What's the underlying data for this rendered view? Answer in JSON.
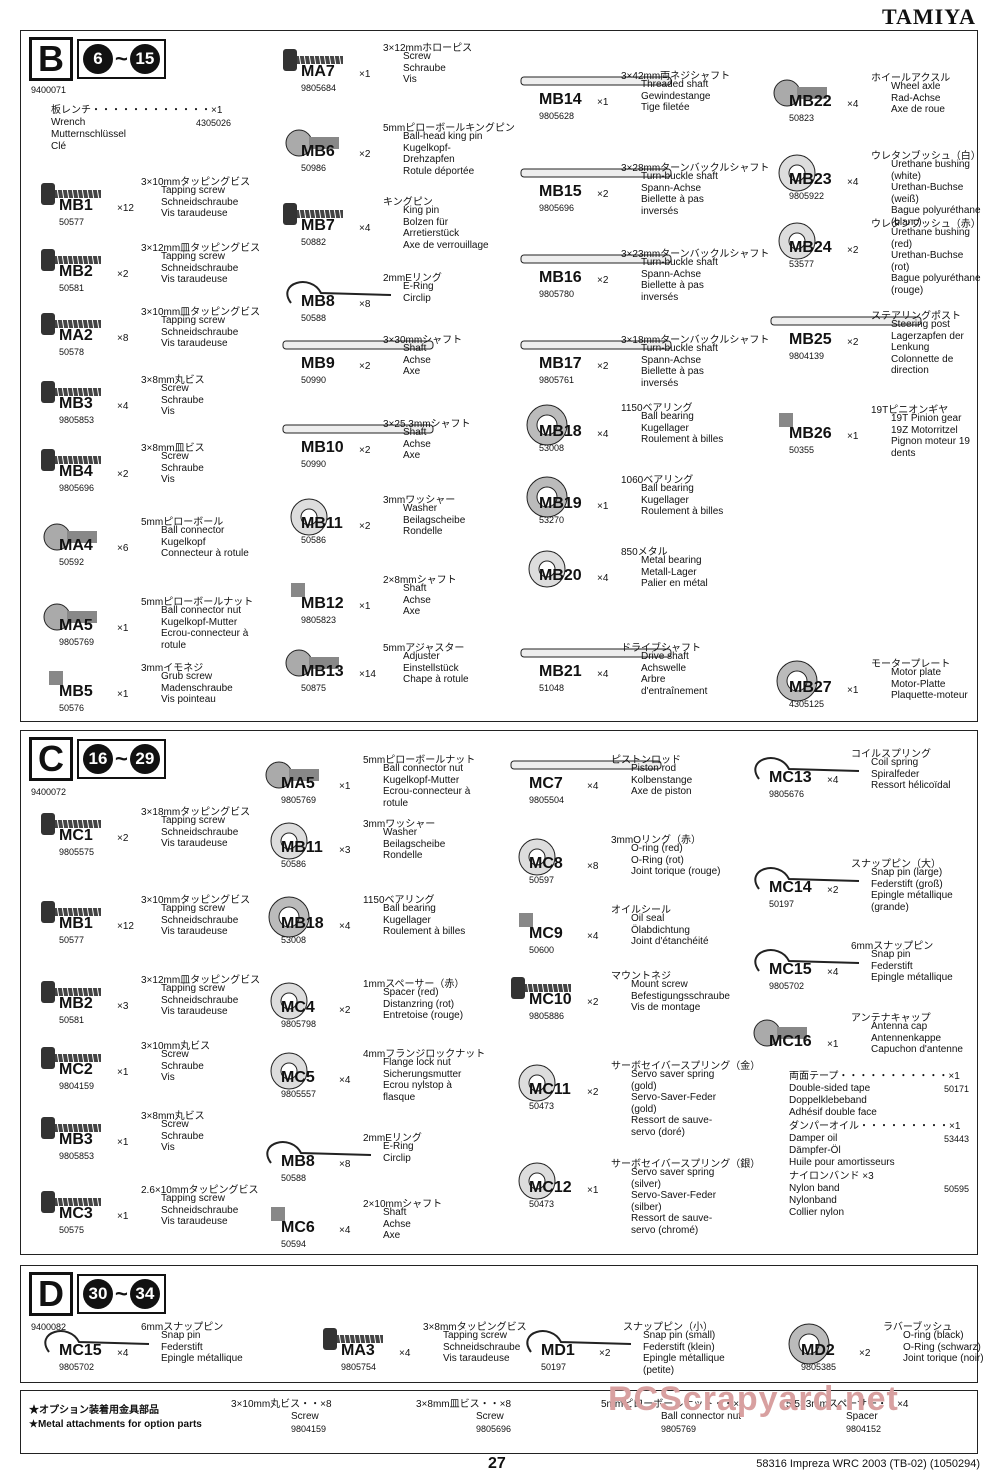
{
  "brand": "TAMIYA",
  "sections": [
    {
      "letter": "B",
      "from": "6",
      "to": "15",
      "kit": "9400071"
    },
    {
      "letter": "C",
      "from": "16",
      "to": "29",
      "kit": "9400072"
    },
    {
      "letter": "D",
      "from": "30",
      "to": "34",
      "kit": "9400082"
    }
  ],
  "wrench": {
    "name": "板レンチ・・・・・・・・・・・・×1",
    "num": "4305026",
    "desc": "Wrench\nMutternschlüssel\nClé"
  },
  "partsB": [
    {
      "code": "MB1",
      "qty": "×12",
      "pnum": "50577",
      "name": "3×10mmタッピングビス",
      "desc": "Tapping screw\nSchneidschraube\nVis taraudeuse"
    },
    {
      "code": "MB2",
      "qty": "×2",
      "pnum": "50581",
      "name": "3×12mm皿タッピングビス",
      "desc": "Tapping screw\nSchneidschraube\nVis taraudeuse"
    },
    {
      "code": "MA2",
      "qty": "×8",
      "pnum": "50578",
      "name": "3×10mm皿タッピングビス",
      "desc": "Tapping screw\nSchneidschraube\nVis taraudeuse"
    },
    {
      "code": "MB3",
      "qty": "×4",
      "pnum": "9805853",
      "name": "3×8mm丸ビス",
      "desc": "Screw\nSchraube\nVis"
    },
    {
      "code": "MB4",
      "qty": "×2",
      "pnum": "9805696",
      "name": "3×8mm皿ビス",
      "desc": "Screw\nSchraube\nVis"
    },
    {
      "code": "MA4",
      "qty": "×6",
      "pnum": "50592",
      "name": "5mmピローボール",
      "desc": "Ball connector\nKugelkopf\nConnecteur à rotule"
    },
    {
      "code": "MA5",
      "qty": "×1",
      "pnum": "9805769",
      "name": "5mmピローボールナット",
      "desc": "Ball connector nut\nKugelkopf-Mutter\nEcrou-connecteur à rotule"
    },
    {
      "code": "MB5",
      "qty": "×1",
      "pnum": "50576",
      "name": "3mmイモネジ",
      "desc": "Grub screw\nMadenschraube\nVis pointeau"
    },
    {
      "code": "MA7",
      "qty": "×1",
      "pnum": "9805684",
      "name": "3×12mmホローピス",
      "desc": "Screw\nSchraube\nVis"
    },
    {
      "code": "MB6",
      "qty": "×2",
      "pnum": "50986",
      "name": "5mmピローボールキングピン",
      "desc": "Ball-head king pin\nKugelkopf-Drehzapfen\nRotule déportée"
    },
    {
      "code": "MB7",
      "qty": "×4",
      "pnum": "50882",
      "name": "キングピン",
      "desc": "King pin\nBolzen für Arretierstück\nAxe de verrouillage"
    },
    {
      "code": "MB8",
      "qty": "×8",
      "pnum": "50588",
      "name": "2mmEリング",
      "desc": "E-Ring\nCirclip"
    },
    {
      "code": "MB9",
      "qty": "×2",
      "pnum": "50990",
      "name": "3×30mmシャフト",
      "desc": "Shaft\nAchse\nAxe"
    },
    {
      "code": "MB10",
      "qty": "×2",
      "pnum": "50990",
      "name": "3×25.3mmシャフト",
      "desc": "Shaft\nAchse\nAxe"
    },
    {
      "code": "MB11",
      "qty": "×2",
      "pnum": "50586",
      "name": "3mmワッシャー",
      "desc": "Washer\nBeilagscheibe\nRondelle"
    },
    {
      "code": "MB12",
      "qty": "×1",
      "pnum": "9805823",
      "name": "2×8mmシャフト",
      "desc": "Shaft\nAchse\nAxe"
    },
    {
      "code": "MB13",
      "qty": "×14",
      "pnum": "50875",
      "name": "5mmアジャスター",
      "desc": "Adjuster\nEinstellstück\nChape à rotule"
    },
    {
      "code": "MB14",
      "qty": "×1",
      "pnum": "9805628",
      "name": "3×42mm両ネジシャフト",
      "desc": "Threaded shaft\nGewindestange\nTige filetée"
    },
    {
      "code": "MB15",
      "qty": "×2",
      "pnum": "9805696",
      "name": "3×28mmターンバックルシャフト",
      "desc": "Turn-buckle shaft\nSpann-Achse\nBiellette à pas inversés"
    },
    {
      "code": "MB16",
      "qty": "×2",
      "pnum": "9805780",
      "name": "3×23mmターンバックルシャフト",
      "desc": "Turn-buckle shaft\nSpann-Achse\nBiellette à pas inversés"
    },
    {
      "code": "MB17",
      "qty": "×2",
      "pnum": "9805761",
      "name": "3×18mmターンバックルシャフト",
      "desc": "Turn-buckle shaft\nSpann-Achse\nBiellette à pas inversés"
    },
    {
      "code": "MB18",
      "qty": "×4",
      "pnum": "53008",
      "name": "1150ベアリング",
      "desc": "Ball bearing\nKugellager\nRoulement à billes"
    },
    {
      "code": "MB19",
      "qty": "×1",
      "pnum": "53270",
      "name": "1060ベアリング",
      "desc": "Ball bearing\nKugellager\nRoulement à billes"
    },
    {
      "code": "MB20",
      "qty": "×4",
      "pnum": "",
      "name": "850メタル",
      "desc": "Metal bearing\nMetall-Lager\nPalier en métal"
    },
    {
      "code": "MB21",
      "qty": "×4",
      "pnum": "51048",
      "name": "ドライブシャフト",
      "desc": "Drive shaft\nAchswelle\nArbre d'entraînement"
    },
    {
      "code": "MB22",
      "qty": "×4",
      "pnum": "50823",
      "name": "ホイールアクスル",
      "desc": "Wheel axle\nRad-Achse\nAxe de roue"
    },
    {
      "code": "MB23",
      "qty": "×4",
      "pnum": "9805922",
      "name": "ウレタンブッシュ（白）",
      "desc": "Urethane bushing (white)\nUrethan-Buchse (weiß)\nBague polyuréthane (blanc)"
    },
    {
      "code": "MB24",
      "qty": "×2",
      "pnum": "53577",
      "name": "ウレタンブッシュ（赤）",
      "desc": "Urethane bushing (red)\nUrethan-Buchse (rot)\nBague polyuréthane (rouge)"
    },
    {
      "code": "MB25",
      "qty": "×2",
      "pnum": "9804139",
      "name": "ステアリングポスト",
      "desc": "Steering post\nLagerzapfen der Lenkung\nColonnette de direction"
    },
    {
      "code": "MB26",
      "qty": "×1",
      "pnum": "50355",
      "name": "19Tピニオンギヤ",
      "desc": "19T Pinion gear\n19Z Motorritzel\nPignon moteur 19 dents"
    },
    {
      "code": "MB27",
      "qty": "×1",
      "pnum": "4305125",
      "name": "モータープレート",
      "desc": "Motor plate\nMotor-Platte\nPlaquette-moteur"
    }
  ],
  "partsC": [
    {
      "code": "MC1",
      "qty": "×2",
      "pnum": "9805575",
      "name": "3×18mmタッピングビス",
      "desc": "Tapping screw\nSchneidschraube\nVis taraudeuse"
    },
    {
      "code": "MB1",
      "qty": "×12",
      "pnum": "50577",
      "name": "3×10mmタッピングビス",
      "desc": "Tapping screw\nSchneidschraube\nVis taraudeuse"
    },
    {
      "code": "MB2",
      "qty": "×3",
      "pnum": "50581",
      "name": "3×12mm皿タッピングビス",
      "desc": "Tapping screw\nSchneidschraube\nVis taraudeuse"
    },
    {
      "code": "MC2",
      "qty": "×1",
      "pnum": "9804159",
      "name": "3×10mm丸ビス",
      "desc": "Screw\nSchraube\nVis"
    },
    {
      "code": "MB3",
      "qty": "×1",
      "pnum": "9805853",
      "name": "3×8mm丸ビス",
      "desc": "Screw\nSchraube\nVis"
    },
    {
      "code": "MC3",
      "qty": "×1",
      "pnum": "50575",
      "name": "2.6×10mmタッピングビス",
      "desc": "Tapping screw\nSchneidschraube\nVis taraudeuse"
    },
    {
      "code": "MA5",
      "qty": "×1",
      "pnum": "9805769",
      "name": "5mmピローボールナット",
      "desc": "Ball connector nut\nKugelkopf-Mutter\nEcrou-connecteur à rotule"
    },
    {
      "code": "MB11",
      "qty": "×3",
      "pnum": "50586",
      "name": "3mmワッシャー",
      "desc": "Washer\nBeilagscheibe\nRondelle"
    },
    {
      "code": "MB18",
      "qty": "×4",
      "pnum": "53008",
      "name": "1150ベアリング",
      "desc": "Ball bearing\nKugellager\nRoulement à billes"
    },
    {
      "code": "MC4",
      "qty": "×2",
      "pnum": "9805798",
      "name": "1mmスペーサー（赤）",
      "desc": "Spacer (red)\nDistanzring (rot)\nEntretoise (rouge)"
    },
    {
      "code": "MC5",
      "qty": "×4",
      "pnum": "9805557",
      "name": "4mmフランジロックナット",
      "desc": "Flange lock nut\nSicherungsmutter\nEcrou nylstop à flasque"
    },
    {
      "code": "MB8",
      "qty": "×8",
      "pnum": "50588",
      "name": "2mmEリング",
      "desc": "E-Ring\nCirclip"
    },
    {
      "code": "MC6",
      "qty": "×4",
      "pnum": "50594",
      "name": "2×10mmシャフト",
      "desc": "Shaft\nAchse\nAxe"
    },
    {
      "code": "MC7",
      "qty": "×4",
      "pnum": "9805504",
      "name": "ピストンロッド",
      "desc": "Piston rod\nKolbenstange\nAxe de piston"
    },
    {
      "code": "MC8",
      "qty": "×8",
      "pnum": "50597",
      "name": "3mmOリング（赤）",
      "desc": "O-ring (red)\nO-Ring (rot)\nJoint torique (rouge)"
    },
    {
      "code": "MC9",
      "qty": "×4",
      "pnum": "50600",
      "name": "オイルシール",
      "desc": "Oil seal\nÖlabdichtung\nJoint d'étanchéité"
    },
    {
      "code": "MC10",
      "qty": "×2",
      "pnum": "9805886",
      "name": "マウントネジ",
      "desc": "Mount screw\nBefestigungsschraube\nVis de montage"
    },
    {
      "code": "MC11",
      "qty": "×2",
      "pnum": "50473",
      "name": "サーボセイバースプリング（金）",
      "desc": "Servo saver spring (gold)\nServo-Saver-Feder (gold)\nRessort de sauve-servo (doré)"
    },
    {
      "code": "MC12",
      "qty": "×1",
      "pnum": "50473",
      "name": "サーボセイバースプリング（銀）",
      "desc": "Servo saver spring (silver)\nServo-Saver-Feder (silber)\nRessort de sauve-servo (chromé)"
    },
    {
      "code": "MC13",
      "qty": "×4",
      "pnum": "9805676",
      "name": "コイルスプリング",
      "desc": "Coil spring\nSpiralfeder\nRessort hélicoïdal"
    },
    {
      "code": "MC14",
      "qty": "×2",
      "pnum": "50197",
      "name": "スナップピン（大）",
      "desc": "Snap pin (large)\nFederstift (groß)\nEpingle métallique\n(grande)"
    },
    {
      "code": "MC15",
      "qty": "×4",
      "pnum": "9805702",
      "name": "6mmスナップピン",
      "desc": "Snap pin\nFederstift\nEpingle métallique"
    },
    {
      "code": "MC16",
      "qty": "×1",
      "pnum": "",
      "name": "アンテナキャップ",
      "desc": "Antenna cap\nAntennenkappe\nCapuchon d'antenne"
    }
  ],
  "misc": [
    {
      "name": "両面テープ・・・・・・・・・・・×1",
      "num": "50171",
      "desc": "Double-sided tape\nDoppelklebeband\nAdhésif double face"
    },
    {
      "name": "ダンパーオイル・・・・・・・・・×1",
      "num": "53443",
      "desc": "Damper oil\nDämpfer-Öl\nHuile pour amortisseurs"
    },
    {
      "name": "ナイロンバンド ×3",
      "num": "50595",
      "desc": "Nylon band\nNylonband\nCollier nylon"
    }
  ],
  "partsD": [
    {
      "code": "MC15",
      "qty": "×4",
      "pnum": "9805702",
      "name": "6mmスナップピン",
      "desc": "Snap pin\nFederstift\nEpingle métallique"
    },
    {
      "code": "MA3",
      "qty": "×4",
      "pnum": "9805754",
      "name": "3×8mmタッピングビス",
      "desc": "Tapping screw\nSchneidschraube\nVis taraudeuse"
    },
    {
      "code": "MD1",
      "qty": "×2",
      "pnum": "50197",
      "name": "スナップピン（小）",
      "desc": "Snap pin (small)\nFederstift (klein)\nEpingle métallique\n(petite)"
    },
    {
      "code": "MD2",
      "qty": "×2",
      "pnum": "9805385",
      "name": "ラバーブッシュ",
      "desc": "O-ring (black)\nO-Ring (schwarz)\nJoint torique (noir)"
    }
  ],
  "options": {
    "title_jp": "★オプション装着用金具部品",
    "title_en": "★Metal attachments for option parts",
    "items": [
      {
        "name": "3×10mm丸ビス・・×8",
        "desc": "Screw",
        "pnum": "9804159"
      },
      {
        "name": "3×8mm皿ビス・・×8",
        "desc": "Screw",
        "pnum": "9805696"
      },
      {
        "name": "5mmピローボールナット・・×4",
        "desc": "Ball connector nut",
        "pnum": "9805769"
      },
      {
        "name": "5.5×3mmスペーサー・・×4",
        "desc": "Spacer",
        "pnum": "9804152"
      }
    ]
  },
  "page_number": "27",
  "footer": "58316  Impreza WRC 2003 (TB-02) (1050294)",
  "watermark": "RCScrapyard.net"
}
